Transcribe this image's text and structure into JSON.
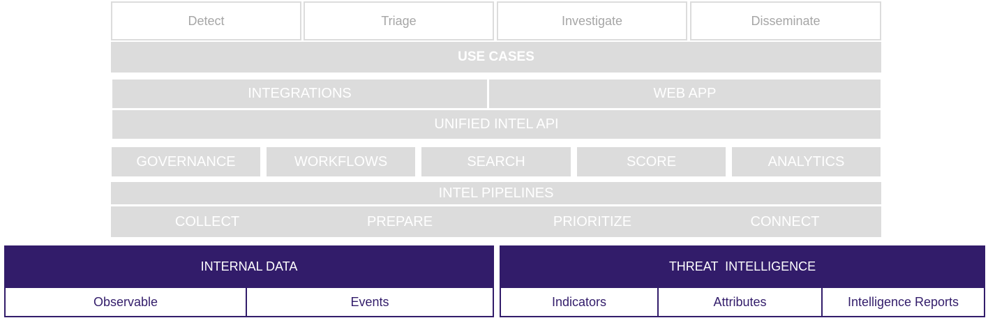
{
  "stages": [
    "Detect",
    "Triage",
    "Investigate",
    "Disseminate"
  ],
  "use_cases": "USE CASES",
  "integrations": "INTEGRATIONS",
  "web_app": "WEB APP",
  "unified_api": "UNIFIED INTEL API",
  "services": [
    "GOVERNANCE",
    "WORKFLOWS",
    "SEARCH",
    "SCORE",
    "ANALYTICS"
  ],
  "pipelines": "INTEL PIPELINES",
  "pipeline_steps": [
    "COLLECT",
    "PREPARE",
    "PRIORITIZE",
    "CONNECT"
  ],
  "internal": {
    "title": "INTERNAL DATA",
    "items": [
      "Observable",
      "Events"
    ]
  },
  "threat": {
    "title": "THREAT  INTELLIGENCE",
    "items": [
      "Indicators",
      "Attributes",
      "Intelligence Reports"
    ]
  },
  "colors": {
    "gray": "#dcdcdc",
    "purple": "#321c6a",
    "outline_text": "#a6a6a6"
  }
}
